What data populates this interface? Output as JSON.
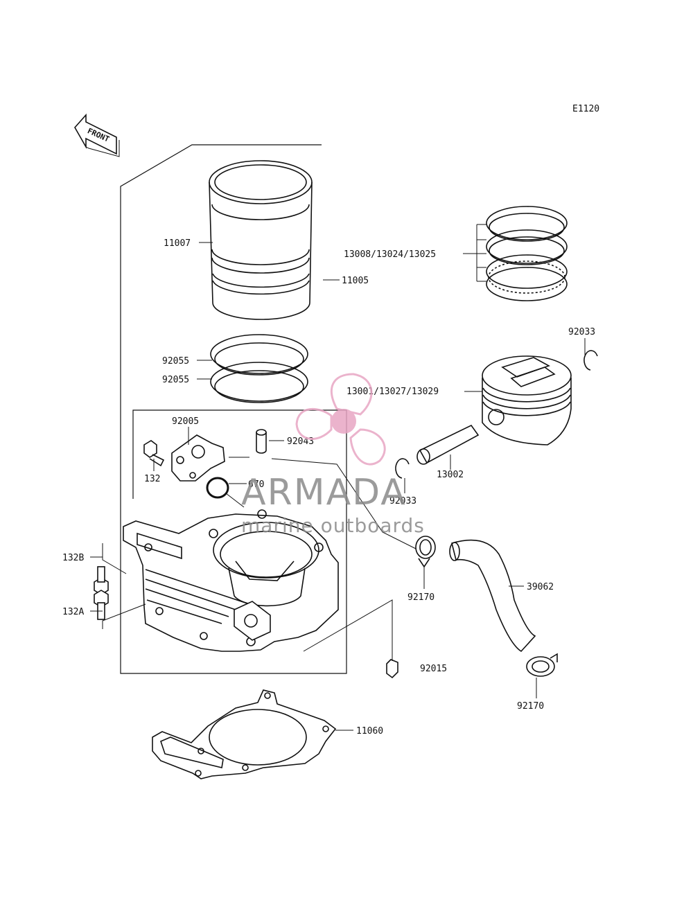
{
  "diagram": {
    "code": "E1120",
    "front_label": "FRONT",
    "callouts": {
      "c11007": "11007",
      "c11005": "11005",
      "c13008": "13008/13024/13025",
      "c92033a": "92033",
      "c13001": "13001/13027/13029",
      "c92055a": "92055",
      "c92055b": "92055",
      "c92005": "92005",
      "c92043": "92043",
      "c132": "132",
      "c670": "670",
      "c13002": "13002",
      "c92033b": "92033",
      "c132B": "132B",
      "c132A": "132A",
      "c92170a": "92170",
      "c39062": "39062",
      "c92015": "92015",
      "c92170b": "92170",
      "c11060": "11060"
    }
  },
  "watermark": {
    "brand": "ARMADA",
    "tagline": "marine outboards",
    "logo_color": "#e8a6c4",
    "text_color": "#8a8a8a"
  }
}
